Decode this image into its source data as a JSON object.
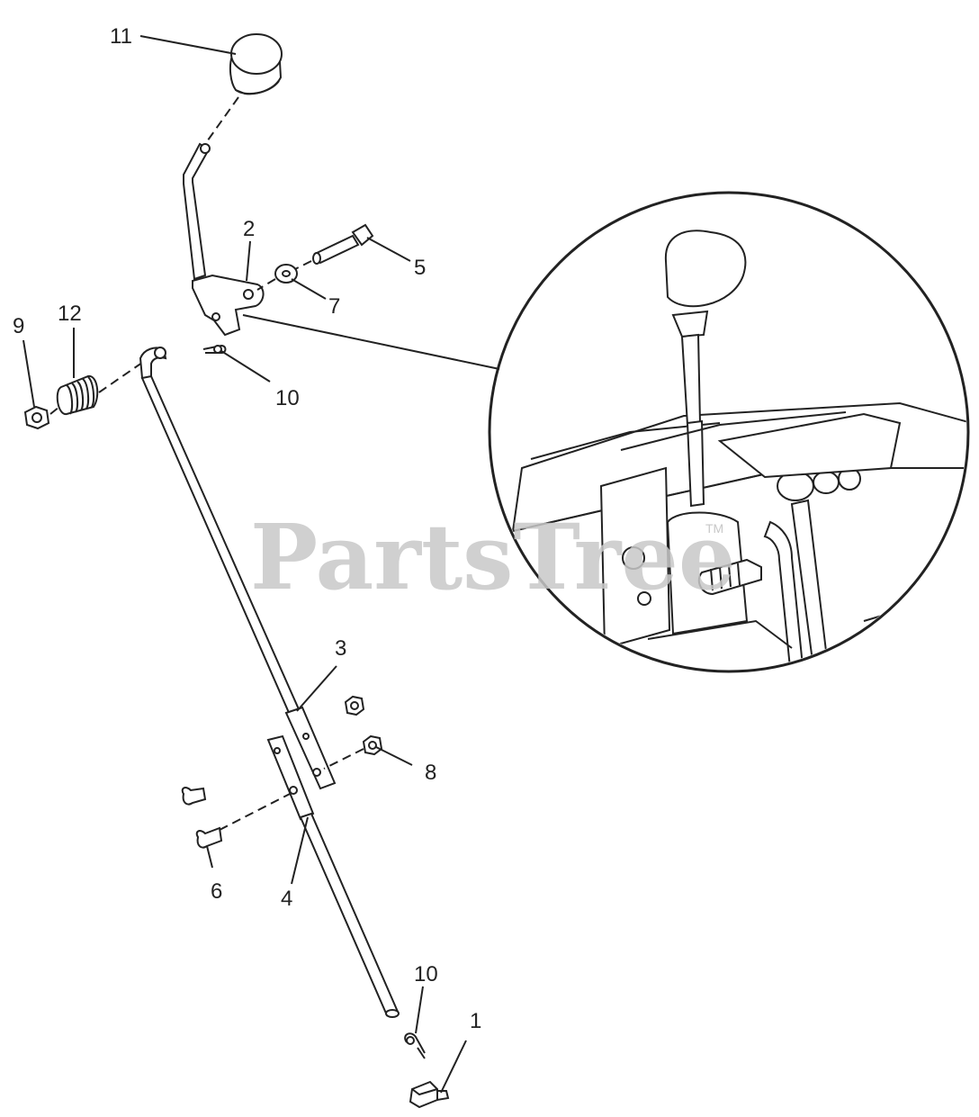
{
  "diagram": {
    "callouts": [
      {
        "id": "c11",
        "label": "11",
        "part": "shift-knob"
      },
      {
        "id": "c2",
        "label": "2",
        "part": "shift-lever-bracket"
      },
      {
        "id": "c5",
        "label": "5",
        "part": "bolt"
      },
      {
        "id": "c7",
        "label": "7",
        "part": "washer"
      },
      {
        "id": "c12",
        "label": "12",
        "part": "spring"
      },
      {
        "id": "c9",
        "label": "9",
        "part": "hex-nut"
      },
      {
        "id": "c10a",
        "label": "10",
        "part": "hairpin-clip"
      },
      {
        "id": "c3",
        "label": "3",
        "part": "shift-rod-upper"
      },
      {
        "id": "c8",
        "label": "8",
        "part": "lock-nut"
      },
      {
        "id": "c6",
        "label": "6",
        "part": "carriage-bolt"
      },
      {
        "id": "c4",
        "label": "4",
        "part": "shift-rod-lower"
      },
      {
        "id": "c10b",
        "label": "10",
        "part": "hairpin-clip"
      },
      {
        "id": "c1",
        "label": "1",
        "part": "rod-end-connector"
      }
    ],
    "watermark": "PartsTree",
    "watermark_mark": "TM"
  }
}
